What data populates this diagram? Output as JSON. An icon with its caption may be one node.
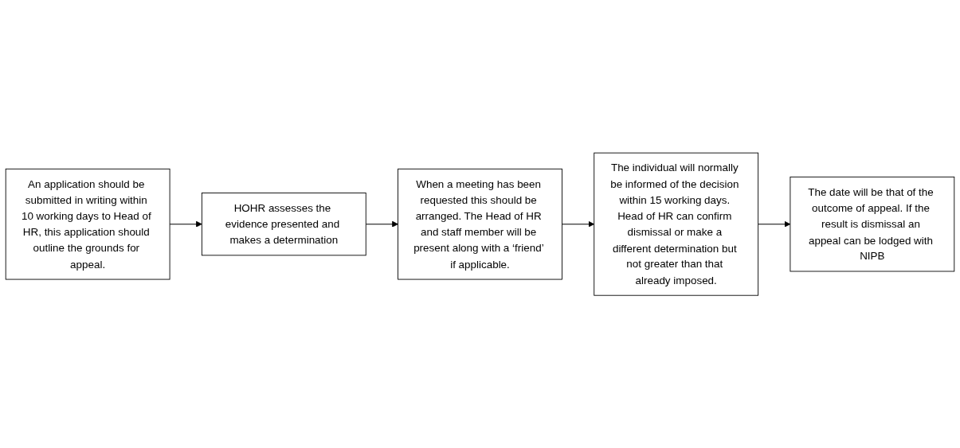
{
  "diagram": {
    "nodes": [
      {
        "text": [
          "An application should be submitted in writing within 10 working days to Head of HR, this application should outline the grounds for appeal."
        ]
      },
      {
        "text": [
          "HOHR assesses the evidence presented and makes a determination"
        ]
      },
      {
        "text": [
          "When a meeting has been requested this should be arranged. The Head of HR and staff member will be present along with a ‘friend’ if applicable."
        ]
      },
      {
        "text": [
          "The individual will normally be informed of the decision within 15 working days. Head of HR can confirm dismissal or make a different determination but not greater than that already imposed."
        ]
      },
      {
        "text": [
          "The date will be that of the outcome of appeal. If the result is dismissal an appeal can be lodged with NIPB"
        ]
      }
    ],
    "edges": [
      {
        "from": 0,
        "to": 1,
        "arrow": "to"
      },
      {
        "from": 1,
        "to": 2,
        "arrow": "to"
      },
      {
        "from": 2,
        "to": 3,
        "arrow": "to"
      },
      {
        "from": 3,
        "to": 4,
        "arrow": "to"
      }
    ]
  }
}
